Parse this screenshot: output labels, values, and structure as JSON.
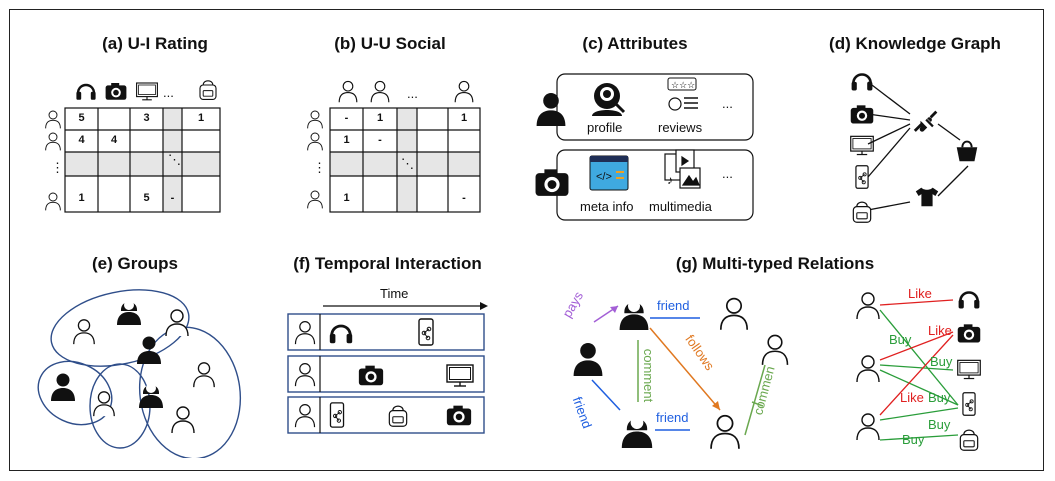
{
  "panels": {
    "a": {
      "title": "(a) U-I Rating",
      "ellipsis": "...",
      "vdots": "⋮",
      "ddots": "⋱",
      "cells": {
        "r1c1": "5",
        "r1c3": "3",
        "r1c5": "1",
        "r2c1": "4",
        "r2c2": "4",
        "r4c1": "1",
        "r4c3": "5",
        "r4c4": "-"
      }
    },
    "b": {
      "title": "(b) U-U Social",
      "ellipsis": "...",
      "vdots": "⋮",
      "ddots": "⋱",
      "cells": {
        "r1c1": "-",
        "r1c2": "1",
        "r1c5": "1",
        "r2c1": "1",
        "r2c2": "-",
        "r4c1": "1",
        "r4c5": "-"
      }
    },
    "c": {
      "title": "(c) Attributes",
      "profile": "profile",
      "reviews": "reviews",
      "meta": "meta info",
      "multimedia": "multimedia",
      "ellipsis": "..."
    },
    "d": {
      "title": "(d) Knowledge Graph"
    },
    "e": {
      "title": "(e) Groups"
    },
    "f": {
      "title": "(f) Temporal Interaction",
      "time": "Time"
    },
    "g": {
      "title": "(g) Multi-typed Relations",
      "pays": "pays",
      "friend1": "friend",
      "follows": "follows",
      "comment1": "comment",
      "friend2": "friend",
      "friend3": "friend",
      "comment2": "commen",
      "like1": "Like",
      "like2": "Like",
      "like3": "Like",
      "buy1": "Buy",
      "buy2": "Buy",
      "buy3": "Buy",
      "buy4": "Buy",
      "buy5": "Buy"
    }
  },
  "colors": {
    "ellipse": "#2f4e8a",
    "purple": "#a35fd6",
    "blue": "#1f5fe0",
    "orange": "#e07820",
    "green": "#6aa84f",
    "red": "#e02020",
    "buygreen": "#2a9d3a",
    "shade": "#e6e6e6"
  }
}
